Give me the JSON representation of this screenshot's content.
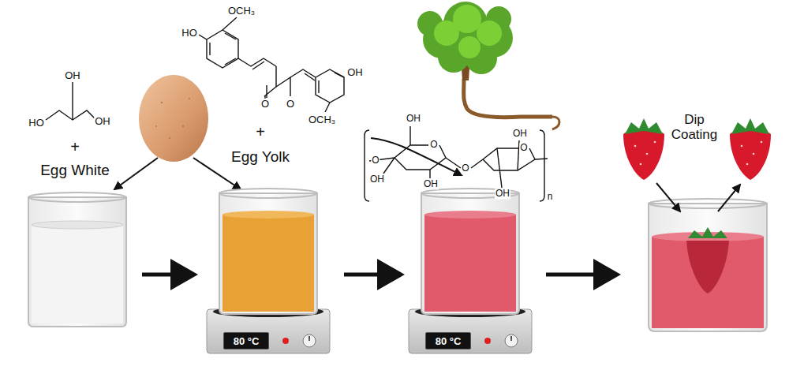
{
  "diagram": {
    "nodes": [
      {
        "text": [
          "80 °C"
        ]
      },
      {
        "text": [
          "80 °C"
        ]
      }
    ],
    "labels": [
      "OH",
      "HO",
      "OH",
      "+",
      "Egg White",
      "OCH₃",
      "HO",
      "O",
      "O",
      "OH",
      "OCH₃",
      "+",
      "Egg Yolk",
      "OH",
      "O",
      "OH",
      "OH",
      "O",
      "OH",
      "O",
      "OH",
      "O",
      "n",
      "Dip Coating"
    ]
  }
}
